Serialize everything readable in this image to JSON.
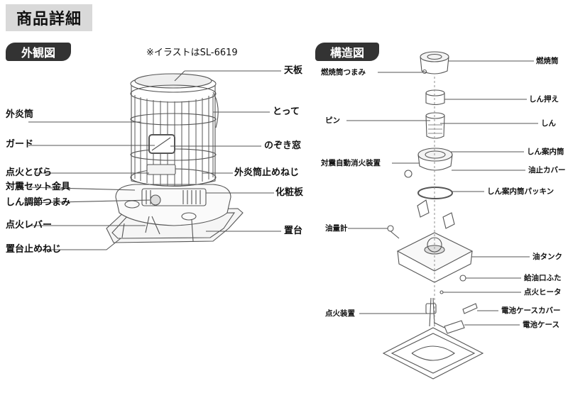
{
  "header": {
    "title": "商品詳細"
  },
  "sections": {
    "exterior": "外観図",
    "structure": "構造図"
  },
  "note": "※イラストはSL-6619",
  "exterior_labels": {
    "top_plate": "天板",
    "outer_cylinder": "外炎筒",
    "handle": "とって",
    "guard": "ガード",
    "peep_window": "のぞき窓",
    "ignition_door": "点火とびら",
    "outer_cylinder_screw": "外炎筒止めねじ",
    "quake_fitting": "対震セット金具",
    "makeup_plate": "化粧板",
    "wick_knob": "しん調節つまみ",
    "ignition_lever": "点火レバー",
    "stand": "置台",
    "stand_screw": "置台止めねじ"
  },
  "structure_labels": {
    "burner_knob": "燃焼筒つまみ",
    "burner": "燃焼筒",
    "wick_holder": "しん押え",
    "pin": "ピン",
    "wick": "しん",
    "wick_guide": "しん案内筒",
    "quake_extinguisher": "対震自動消火装置",
    "oil_cover": "油止カバー",
    "guide_packing": "しん案内筒パッキン",
    "oil_gauge": "油量計",
    "oil_tank": "油タンク",
    "fill_cap": "給油口ふた",
    "ignition_heater": "点火ヒータ",
    "igniter": "点火装置",
    "battery_cover": "電池ケースカバー",
    "battery_case": "電池ケース"
  }
}
